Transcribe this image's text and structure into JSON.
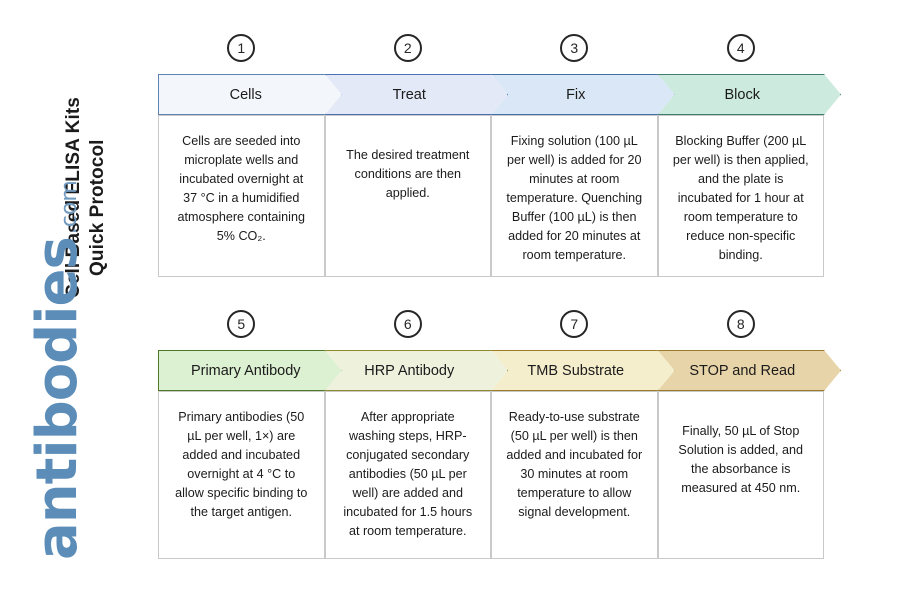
{
  "title": {
    "line1": "Cell Based ELISA Kits",
    "line2": "Quick Protocol"
  },
  "logo": {
    "name": "antibodies",
    "tld": ".com",
    "color": "#5b8db8"
  },
  "rows": [
    {
      "steps": [
        {
          "number": "1",
          "label": "Cells",
          "fill": "#f3f7fc",
          "stroke": "#5b82b0",
          "text": "Cells are seeded into microplate wells and incubated overnight at 37 °C in a humidified atmosphere containing 5% CO₂."
        },
        {
          "number": "2",
          "label": "Treat",
          "fill": "#e3e9f7",
          "stroke": "#4b6fb5",
          "text": "The desired treatment conditions are then applied."
        },
        {
          "number": "3",
          "label": "Fix",
          "fill": "#d9e7f6",
          "stroke": "#3f6ea8",
          "text": "Fixing solution (100 µL per well) is added for 20 minutes at room temperature. Quenching Buffer (100 µL) is then added for 20 minutes at room temperature."
        },
        {
          "number": "4",
          "label": "Block",
          "fill": "#cdeade",
          "stroke": "#3f7d6e",
          "text": "Blocking Buffer (200 µL per well) is then applied, and the plate is incubated for 1 hour at room temperature to reduce non-specific binding."
        }
      ]
    },
    {
      "steps": [
        {
          "number": "5",
          "label": "Primary Antibody",
          "fill": "#dcf0d2",
          "stroke": "#4f7a27",
          "text": "Primary antibodies (50 µL per well, 1×) are added and incubated overnight at 4 °C to allow specific binding to the target antigen."
        },
        {
          "number": "6",
          "label": "HRP Antibody",
          "fill": "#eef2dd",
          "stroke": "#8d8a2e",
          "text": "After appropriate washing steps, HRP-conjugated secondary antibodies (50 µL per well) are added and incubated for 1.5 hours at room temperature."
        },
        {
          "number": "7",
          "label": "TMB Substrate",
          "fill": "#f4eecd",
          "stroke": "#9a7c28",
          "text": "Ready-to-use substrate (50 µL per well) is then added and incubated for 30 minutes at room temperature to allow signal development."
        },
        {
          "number": "8",
          "label": "STOP and Read",
          "fill": "#e7d4a8",
          "stroke": "#9a7c28",
          "text": "Finally, 50 µL of Stop Solution is added, and the absorbance is measured at 450 nm."
        }
      ]
    }
  ]
}
